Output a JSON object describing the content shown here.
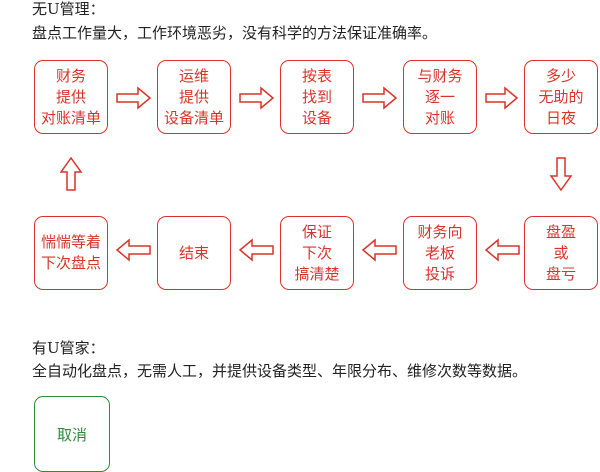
{
  "header": {
    "title": "无U管理：",
    "description": "盘点工作量大，工作环境恶劣，没有科学的方法保证准确率。"
  },
  "flow": {
    "steps": [
      "财务\n提供\n对账清单",
      "运维\n提供\n设备清单",
      "按表\n找到\n设备",
      "与财务\n逐一\n对账",
      "多少\n无助的\n日夜",
      "盘盈\n或\n盘亏",
      "财务向\n老板\n投诉",
      "保证\n下次\n搞清楚",
      "结束",
      "惴惴等着\n下次盘点"
    ]
  },
  "footer": {
    "title": "有U管家：",
    "description": "全自动化盘点，无需人工，并提供设备类型、年限分布、维修次数等数据。",
    "button_label": "取消"
  },
  "colors": {
    "flow_accent": "#d9342b",
    "button_accent": "#2e8b3e"
  }
}
